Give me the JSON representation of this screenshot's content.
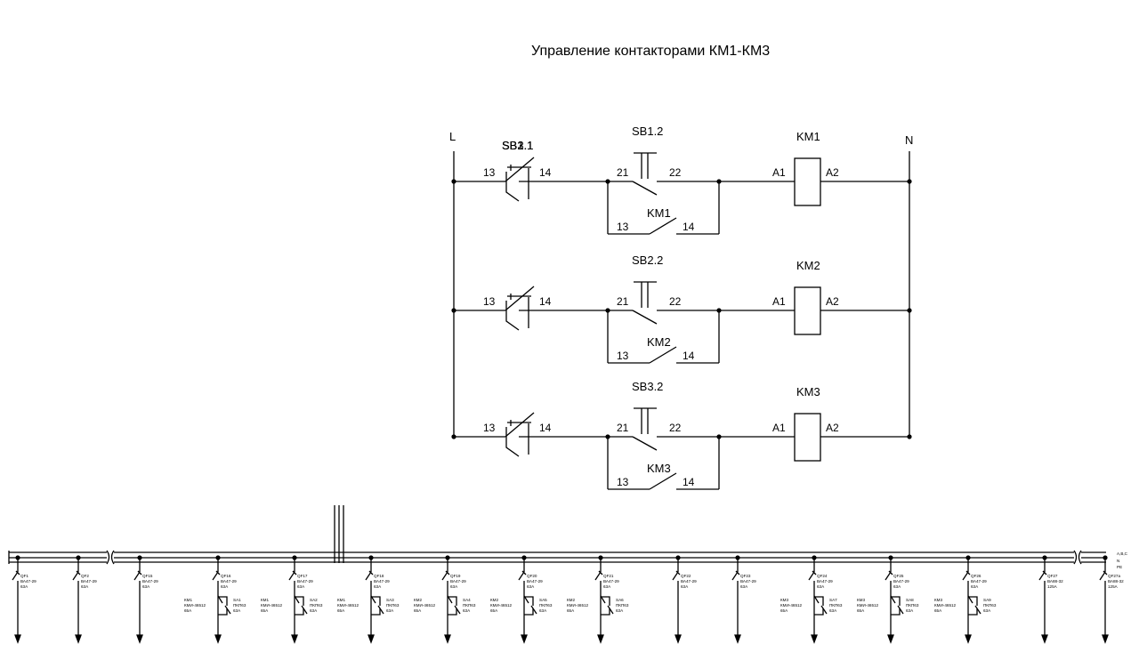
{
  "title": "Управление контакторами КМ1-КМ3",
  "bus_labels": {
    "L": "L",
    "N": "N"
  },
  "rungs": [
    {
      "start_button": "SB1.1",
      "stop_button": "SB1.2",
      "coil": "KM1",
      "aux_contact": "KM1",
      "start_pins": [
        "13",
        "14"
      ],
      "stop_pins": [
        "21",
        "22"
      ],
      "coil_pins": [
        "A1",
        "A2"
      ],
      "aux_pins": [
        "13",
        "14"
      ]
    },
    {
      "start_button": "SB2.1",
      "stop_button": "SB2.2",
      "coil": "KM2",
      "aux_contact": "KM2",
      "start_pins": [
        "13",
        "14"
      ],
      "stop_pins": [
        "21",
        "22"
      ],
      "coil_pins": [
        "A1",
        "A2"
      ],
      "aux_pins": [
        "13",
        "14"
      ]
    },
    {
      "start_button": "SB3.1",
      "stop_button": "SB3.2",
      "coil": "KM3",
      "aux_contact": "KM3",
      "start_pins": [
        "13",
        "14"
      ],
      "stop_pins": [
        "21",
        "22"
      ],
      "coil_pins": [
        "A1",
        "A2"
      ],
      "aux_pins": [
        "13",
        "14"
      ]
    }
  ],
  "busbar_labels": [
    "A,B,C",
    "N",
    "PE"
  ],
  "feeders": [
    {
      "qf": "QF1",
      "type": "ВА47-29",
      "rating": "63А"
    },
    {
      "qf": "QF2",
      "type": "ВА47-29",
      "rating": "63А"
    },
    {
      "qf": "QF15",
      "type": "ВА47-29",
      "rating": "63А"
    },
    {
      "qf": "QF16",
      "type": "ВА47-29",
      "rating": "63А",
      "km": "КМ1",
      "km_type": "КМИ-46512",
      "km_rating": "65А",
      "sa": "SA1",
      "sa_type": "ПКП63",
      "sa_rating": "63А"
    },
    {
      "qf": "QF17",
      "type": "ВА47-29",
      "rating": "63А",
      "km": "КМ1",
      "km_type": "КМИ-46512",
      "km_rating": "65А",
      "sa": "SA2",
      "sa_type": "ПКП63",
      "sa_rating": "63А"
    },
    {
      "qf": "QF18",
      "type": "ВА47-29",
      "rating": "63А",
      "km": "КМ1",
      "km_type": "КМИ-46512",
      "km_rating": "65А",
      "sa": "SA3",
      "sa_type": "ПКП63",
      "sa_rating": "63А"
    },
    {
      "qf": "QF19",
      "type": "ВА47-29",
      "rating": "63А",
      "km": "КМ2",
      "km_type": "КМИ-46512",
      "km_rating": "65А",
      "sa": "SA4",
      "sa_type": "ПКП63",
      "sa_rating": "63А"
    },
    {
      "qf": "QF20",
      "type": "ВА47-29",
      "rating": "63А",
      "km": "КМ2",
      "km_type": "КМИ-46512",
      "km_rating": "65А",
      "sa": "SA5",
      "sa_type": "ПКП63",
      "sa_rating": "63А"
    },
    {
      "qf": "QF21",
      "type": "ВА47-29",
      "rating": "63А",
      "km": "КМ2",
      "km_type": "КМИ-46512",
      "km_rating": "65А",
      "sa": "SA6",
      "sa_type": "ПКП63",
      "sa_rating": "63А"
    },
    {
      "qf": "QF22",
      "type": "ВА47-29",
      "rating": "63А"
    },
    {
      "qf": "QF23",
      "type": "ВА47-29",
      "rating": "63А"
    },
    {
      "qf": "QF24",
      "type": "ВА47-29",
      "rating": "63А",
      "km": "КМ3",
      "km_type": "КМИ-46512",
      "km_rating": "65А",
      "sa": "SA7",
      "sa_type": "ПКП63",
      "sa_rating": "63А"
    },
    {
      "qf": "QF25",
      "type": "ВА47-29",
      "rating": "63А",
      "km": "КМ3",
      "km_type": "КМИ-46512",
      "km_rating": "65А",
      "sa": "SA8",
      "sa_type": "ПКП63",
      "sa_rating": "63А"
    },
    {
      "qf": "QF26",
      "type": "ВА47-29",
      "rating": "63А",
      "km": "КМ3",
      "km_type": "КМИ-46512",
      "km_rating": "65А",
      "sa": "SA9",
      "sa_type": "ПКП63",
      "sa_rating": "63А"
    },
    {
      "qf": "QF27",
      "type": "ВА88-32",
      "rating": "125А"
    },
    {
      "qf": "QF27a",
      "type": "ВА88-32",
      "rating": "125А"
    }
  ],
  "colors": {
    "line": "#000000",
    "background": "#ffffff"
  }
}
